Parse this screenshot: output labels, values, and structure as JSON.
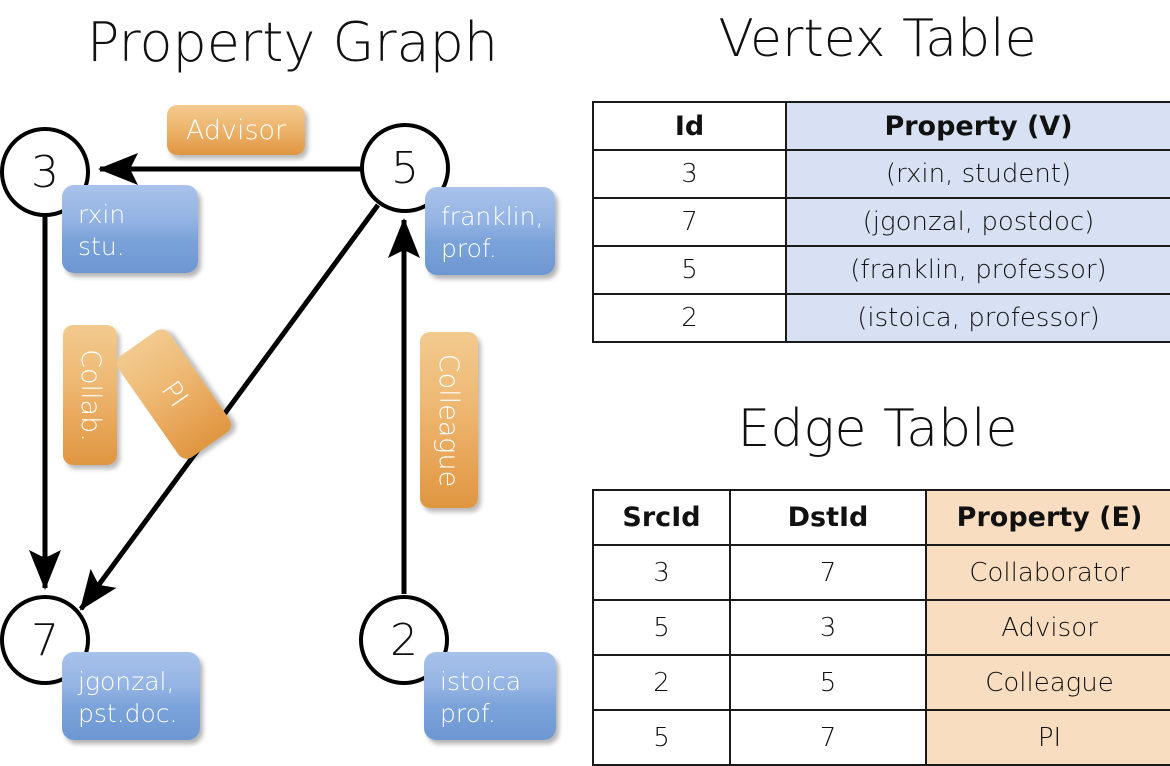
{
  "titles": {
    "property_graph": "Property Graph",
    "vertex_table": "Vertex Table",
    "edge_table": "Edge Table"
  },
  "colors": {
    "node_stroke": "#000000",
    "node_fill": "#ffffff",
    "vertex_property_fill": "#d7e1f3",
    "edge_property_fill": "#f8ddc0",
    "blue_box_top": "#a8c2ea",
    "blue_box_bottom": "#6d97d2",
    "orange_box_top": "#f2ca8e",
    "orange_box_bottom": "#df9640",
    "text_light": "#ffffff",
    "text_dark": "#111111"
  },
  "graph": {
    "nodes": [
      {
        "id": "3",
        "label": "3",
        "property_line1": "rxin",
        "property_line2": "stu."
      },
      {
        "id": "5",
        "label": "5",
        "property_line1": "franklin,",
        "property_line2": "prof."
      },
      {
        "id": "7",
        "label": "7",
        "property_line1": "jgonzal,",
        "property_line2": "pst.doc."
      },
      {
        "id": "2",
        "label": "2",
        "property_line1": "istoica",
        "property_line2": "prof."
      }
    ],
    "edge_labels": [
      {
        "name": "advisor",
        "text": "Advisor",
        "orientation": "horizontal"
      },
      {
        "name": "collab",
        "text": "Collab.",
        "orientation": "vertical"
      },
      {
        "name": "pi",
        "text": "PI",
        "orientation": "diagonal"
      },
      {
        "name": "colleague",
        "text": "Colleague",
        "orientation": "vertical"
      }
    ],
    "edges": [
      {
        "from": "5",
        "to": "3",
        "label": "Advisor"
      },
      {
        "from": "3",
        "to": "7",
        "label": "Collab."
      },
      {
        "from": "5",
        "to": "7",
        "label": "PI"
      },
      {
        "from": "2",
        "to": "5",
        "label": "Colleague"
      }
    ]
  },
  "vertex_table": {
    "headers": [
      "Id",
      "Property (V)"
    ],
    "rows": [
      {
        "id": "3",
        "property": "(rxin, student)"
      },
      {
        "id": "7",
        "property": "(jgonzal, postdoc)"
      },
      {
        "id": "5",
        "property": "(franklin, professor)"
      },
      {
        "id": "2",
        "property": "(istoica, professor)"
      }
    ]
  },
  "edge_table": {
    "headers": [
      "SrcId",
      "DstId",
      "Property (E)"
    ],
    "rows": [
      {
        "src": "3",
        "dst": "7",
        "property": "Collaborator"
      },
      {
        "src": "5",
        "dst": "3",
        "property": "Advisor"
      },
      {
        "src": "2",
        "dst": "5",
        "property": "Colleague"
      },
      {
        "src": "5",
        "dst": "7",
        "property": "PI"
      }
    ]
  }
}
